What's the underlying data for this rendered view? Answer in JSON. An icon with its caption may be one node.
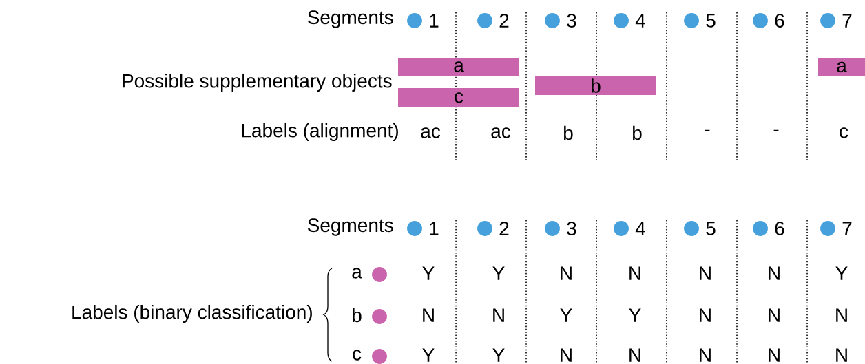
{
  "diagram": {
    "nodes": [
      {
        "text": [
          "a"
        ]
      },
      {
        "text": [
          "a"
        ]
      },
      {
        "text": [
          "b"
        ]
      },
      {
        "text": [
          "c"
        ]
      }
    ],
    "labels": [
      "Segments",
      "1",
      "2",
      "3",
      "4",
      "5",
      "6",
      "7",
      "Possible supplementary objects",
      "Labels (alignment)",
      "ac",
      "ac",
      "b",
      "b",
      "-",
      "-",
      "c",
      "Segments",
      "1",
      "2",
      "3",
      "4",
      "5",
      "6",
      "7",
      "Labels (binary classification)",
      "a",
      "Y",
      "Y",
      "N",
      "N",
      "N",
      "N",
      "Y",
      "b",
      "N",
      "N",
      "Y",
      "Y",
      "N",
      "N",
      "N",
      "c",
      "Y",
      "Y",
      "N",
      "N",
      "N",
      "N",
      "N"
    ]
  }
}
